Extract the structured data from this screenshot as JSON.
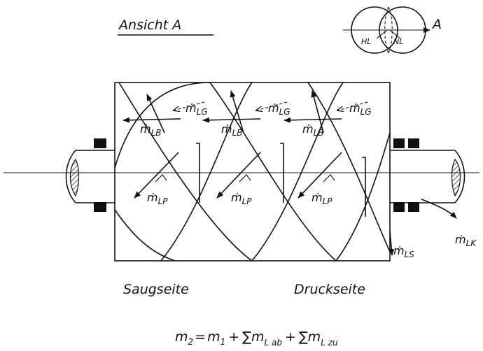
{
  "title": "Ansicht  A",
  "view_marker": {
    "letter": "A",
    "left_lobe": "HL",
    "right_lobe": "NL"
  },
  "flow_labels": {
    "gap": {
      "m": "ṁ",
      "sub": "LG"
    },
    "blow": {
      "m": "ṁ",
      "sub": "LB"
    },
    "profile": {
      "m": "ṁ",
      "sub": "LP"
    },
    "seal": {
      "m": "ṁ",
      "sub": "LS"
    },
    "housing": {
      "m": "ṁ",
      "sub": "LK"
    }
  },
  "suction_side": "Saugseite",
  "pressure_side": "Druckseite",
  "equation": {
    "lhs": "m",
    "lhs_sub": "2",
    "eq": "=",
    "m1": "m",
    "m1_sub": "1",
    "plus1": "+",
    "sum1": "∑m",
    "sum1_sub": "L ab",
    "plus2": "+",
    "sum2": "∑m",
    "sum2_sub": "L zu"
  },
  "colors": {
    "ink": "#111111",
    "paper": "#ffffff"
  }
}
